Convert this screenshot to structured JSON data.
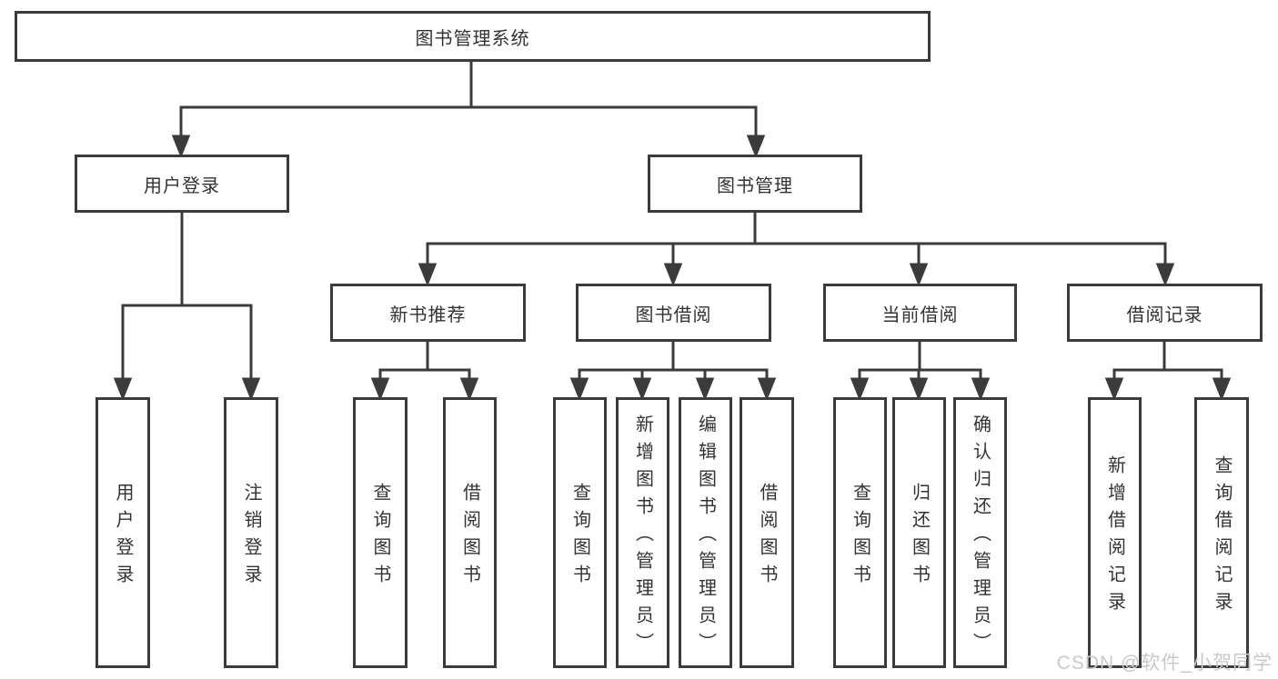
{
  "tree": {
    "label": "图书管理系统",
    "children": [
      {
        "label": "用户登录",
        "children": [
          {
            "label": "用户登录"
          },
          {
            "label": "注销登录"
          }
        ]
      },
      {
        "label": "图书管理",
        "children": [
          {
            "label": "新书推荐",
            "children": [
              {
                "label": "查询图书"
              },
              {
                "label": "借阅图书"
              }
            ]
          },
          {
            "label": "图书借阅",
            "children": [
              {
                "label": "查询图书"
              },
              {
                "label": "新增图书（管理员）"
              },
              {
                "label": "编辑图书（管理员）"
              },
              {
                "label": "借阅图书"
              }
            ]
          },
          {
            "label": "当前借阅",
            "children": [
              {
                "label": "查询图书"
              },
              {
                "label": "归还图书"
              },
              {
                "label": "确认归还（管理员）"
              }
            ]
          },
          {
            "label": "借阅记录",
            "children": [
              {
                "label": "新增借阅记录"
              },
              {
                "label": "查询借阅记录"
              }
            ]
          }
        ]
      }
    ]
  },
  "watermark": {
    "text": "CSDN @软件_小贺同学",
    "color": "#c9c9c9"
  },
  "colors": {
    "background": "#ffffff",
    "line": "#3b3b3b",
    "box_border": "#3b3b3b",
    "label_text": "#333333"
  }
}
